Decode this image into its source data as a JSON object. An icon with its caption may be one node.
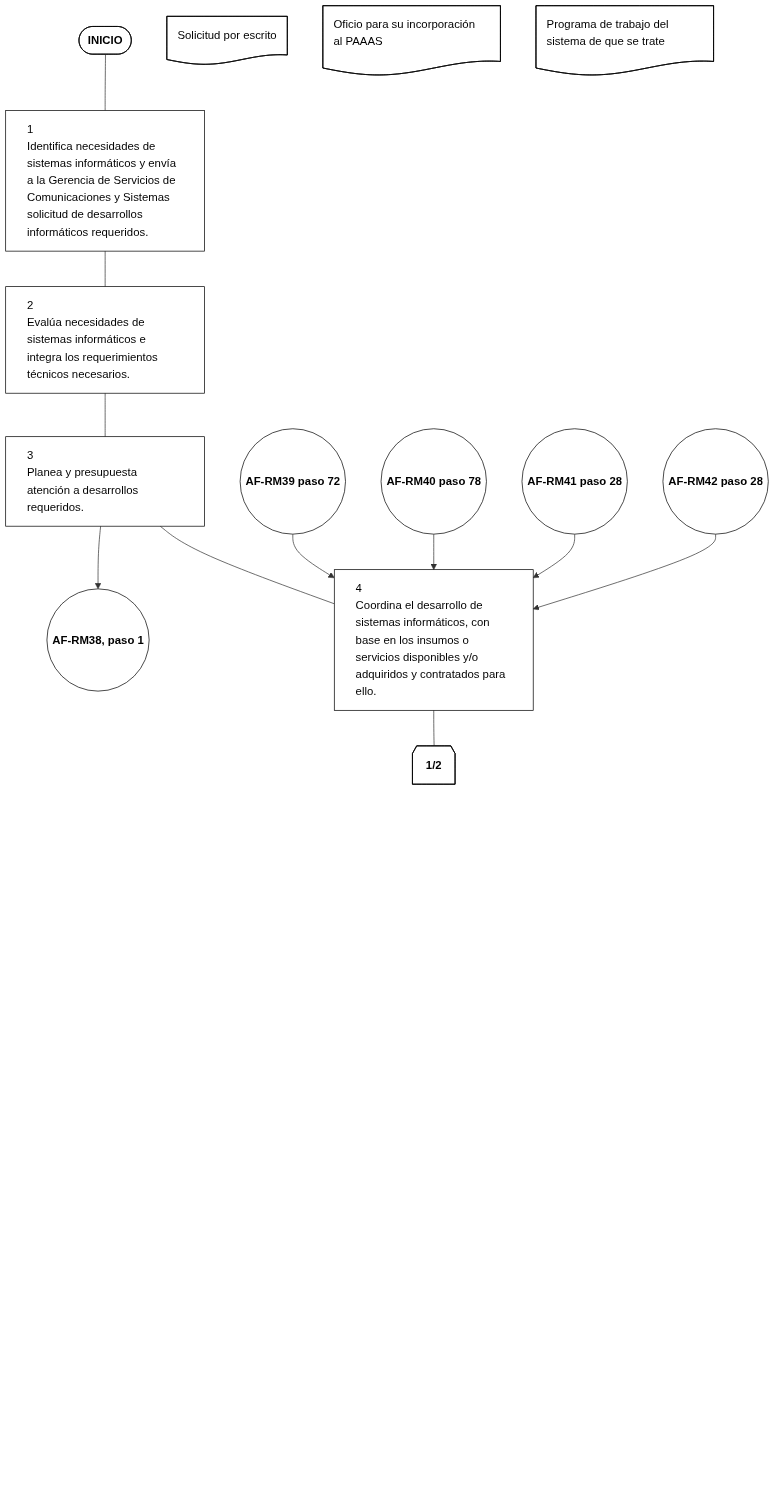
{
  "diagram": {
    "nodes": [
      {
        "text": [
          "INICIO"
        ]
      },
      {
        "text": [
          "1",
          "Identifica necesidades de sistemas informáticos y envía a la Gerencia de Servicios de Comunicaciones y Sistemas solicitud de desarrollos informáticos requeridos."
        ]
      },
      {
        "text": [
          "Solicitud por escrito"
        ]
      },
      {
        "text": [
          "2",
          "Evalúa necesidades de sistemas informáticos e integra los requerimientos técnicos necesarios."
        ]
      },
      {
        "text": [
          "3",
          "Planea y presupuesta atención a desarrollos requeridos."
        ]
      },
      {
        "text": [
          "AF-RM38, paso 1"
        ]
      },
      {
        "text": [
          "Oficio para su incorporación al PAAAS"
        ]
      },
      {
        "text": [
          "AF-RM39 paso 72"
        ]
      },
      {
        "text": [
          "AF-RM40 paso 78"
        ]
      },
      {
        "text": [
          "AF-RM41 paso 28"
        ]
      },
      {
        "text": [
          "AF-RM42 paso 28"
        ]
      },
      {
        "text": [
          "4",
          "Coordina el desarrollo de sistemas informáticos, con base en los insumos o servicios disponibles y/o adquiridos y contratados para ello."
        ]
      },
      {
        "text": [
          "Programa de trabajo del sistema de que se trate"
        ]
      },
      {
        "text": [
          "1/2"
        ]
      }
    ],
    "edges": [
      {
        "from": 0,
        "to": 1,
        "arrow": "none"
      },
      {
        "from": 1,
        "to": 3,
        "arrow": "none"
      },
      {
        "from": 3,
        "to": 4,
        "arrow": "none"
      },
      {
        "from": 4,
        "to": 5,
        "arrow": "to"
      },
      {
        "from": 4,
        "to": 11,
        "arrow": "none"
      },
      {
        "from": 7,
        "to": 11,
        "arrow": "to"
      },
      {
        "from": 8,
        "to": 11,
        "arrow": "to"
      },
      {
        "from": 9,
        "to": 11,
        "arrow": "to"
      },
      {
        "from": 10,
        "to": 11,
        "arrow": "to"
      },
      {
        "from": 11,
        "to": 13,
        "arrow": "none"
      }
    ]
  }
}
